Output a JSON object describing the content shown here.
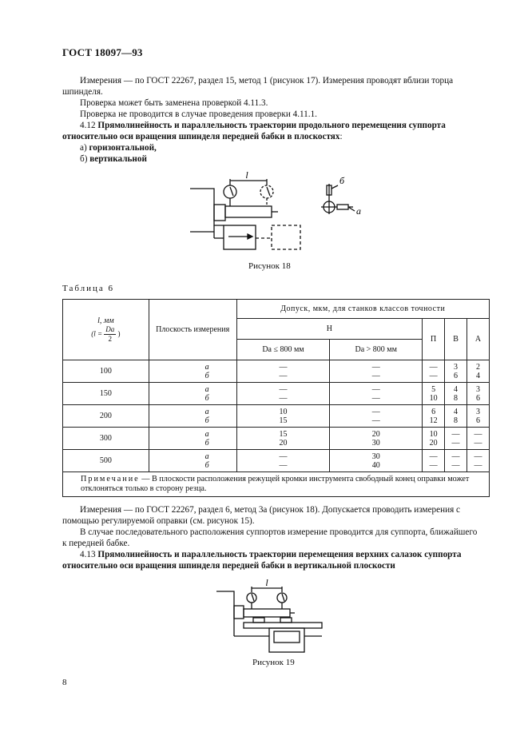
{
  "header": "ГОСТ 18097—93",
  "paragraphs_top": [
    "Измерения — по ГОСТ 22267, раздел 15, метод 1 (рисунок 17). Измерения проводят вблизи торца шпинделя.",
    "Проверка может быть заменена проверкой 4.11.3.",
    "Проверка не проводится в случае проведения проверки 4.11.1."
  ],
  "section_412": {
    "number": "4.12",
    "title": "Прямолинейность и параллельность траектории продольного перемещения суппорта относительно оси вращения шпинделя передней бабки в плоскостях",
    "colon": ":",
    "item_a_prefix": "а)",
    "item_a": "горизонтальной,",
    "item_b_prefix": "б)",
    "item_b": "вертикальной"
  },
  "figure18": {
    "caption": "Рисунок 18",
    "label_l": "l",
    "label_b": "б",
    "label_a": "а"
  },
  "table6": {
    "title": "Таблица 6",
    "col1_label_top": "l, мм",
    "col1_label_formula_left": "(l =",
    "col1_label_formula_num": "Da",
    "col1_label_formula_den": "2",
    "col1_label_formula_right": ")",
    "col2_label": "Плоскость измерения",
    "group_label": "Допуск, мкм, для станков классов точности",
    "class_H": "Н",
    "sub_H1": "Da ≤ 800 мм",
    "sub_H2": "Da > 800 мм",
    "class_P": "П",
    "class_V": "В",
    "class_A": "А",
    "rows": [
      {
        "l": "100",
        "planes": [
          "а",
          "б"
        ],
        "h1": [
          "—",
          "—"
        ],
        "h2": [
          "—",
          "—"
        ],
        "p": [
          "—",
          "—"
        ],
        "v": [
          "3",
          "6"
        ],
        "a": [
          "2",
          "4"
        ]
      },
      {
        "l": "150",
        "planes": [
          "а",
          "б"
        ],
        "h1": [
          "—",
          "—"
        ],
        "h2": [
          "—",
          "—"
        ],
        "p": [
          "5",
          "10"
        ],
        "v": [
          "4",
          "8"
        ],
        "a": [
          "3",
          "6"
        ]
      },
      {
        "l": "200",
        "planes": [
          "а",
          "б"
        ],
        "h1": [
          "10",
          "15"
        ],
        "h2": [
          "—",
          "—"
        ],
        "p": [
          "6",
          "12"
        ],
        "v": [
          "4",
          "8"
        ],
        "a": [
          "3",
          "6"
        ]
      },
      {
        "l": "300",
        "planes": [
          "а",
          "б"
        ],
        "h1": [
          "15",
          "20"
        ],
        "h2": [
          "20",
          "30"
        ],
        "p": [
          "10",
          "20"
        ],
        "v": [
          "—",
          "—"
        ],
        "a": [
          "—",
          "—"
        ]
      },
      {
        "l": "500",
        "planes": [
          "а",
          "б"
        ],
        "h1": [
          "—",
          "—"
        ],
        "h2": [
          "30",
          "40"
        ],
        "p": [
          "—",
          "—"
        ],
        "v": [
          "—",
          "—"
        ],
        "a": [
          "—",
          "—"
        ]
      }
    ],
    "note_label": "Примечание",
    "note_text": " — В плоскости расположения режущей кромки инструмента свободный конец оправки может отклоняться только в сторону резца."
  },
  "paragraphs_mid": [
    "Измерения — по ГОСТ 22267, раздел 6, метод 3а (рисунок 18). Допускается проводить измерения с помощью регулируемой оправки (см. рисунок 15).",
    "В случае последовательного расположения суппортов измерение проводится для суппорта, ближайшего к передней бабке."
  ],
  "section_413": {
    "number": "4.13",
    "title": "Прямолинейность и параллельность траектории перемещения верхних салазок суппорта относительно оси вращения шпинделя передней бабки в вертикальной плоскости"
  },
  "figure19": {
    "caption": "Рисунок 19",
    "label_l": "l"
  },
  "page_number": "8"
}
